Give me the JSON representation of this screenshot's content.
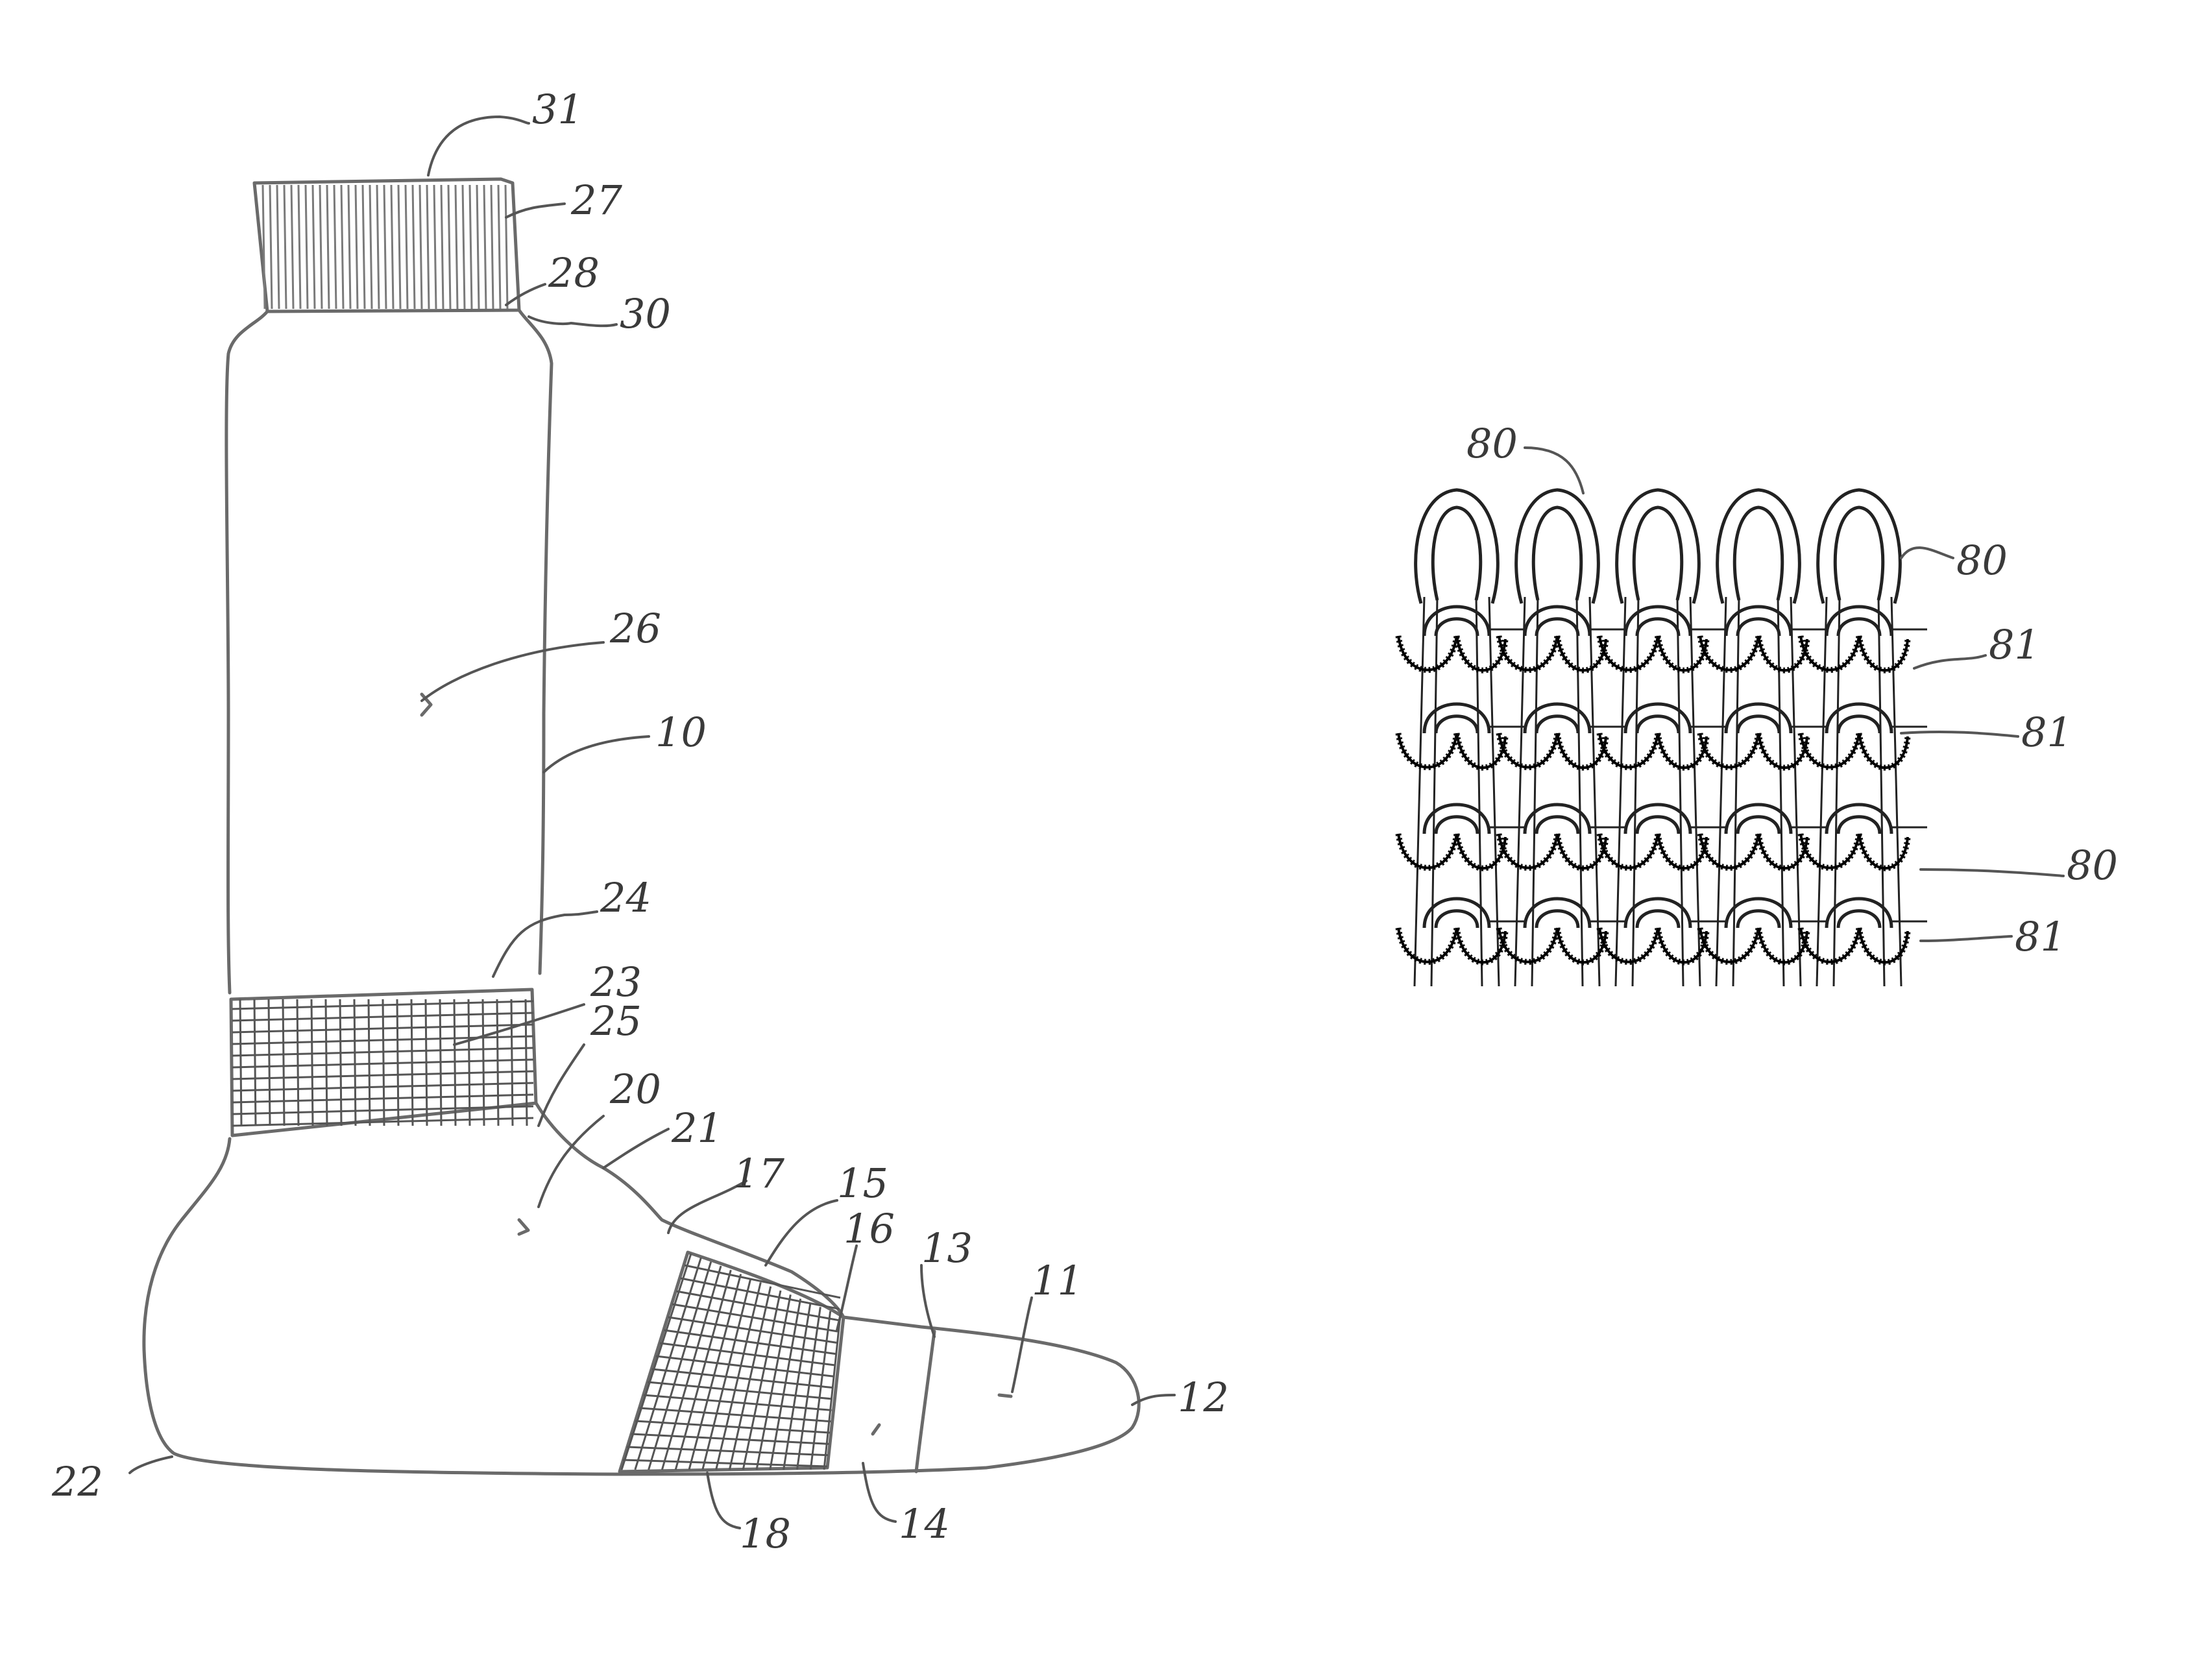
{
  "figure_sock": {
    "labels": {
      "ref_31": "31",
      "ref_27": "27",
      "ref_28": "28",
      "ref_30": "30",
      "ref_26": "26",
      "ref_10": "10",
      "ref_24": "24",
      "ref_23": "23",
      "ref_25": "25",
      "ref_20": "20",
      "ref_21": "21",
      "ref_17": "17",
      "ref_15": "15",
      "ref_16": "16",
      "ref_13": "13",
      "ref_11": "11",
      "ref_12": "12",
      "ref_22": "22",
      "ref_18": "18",
      "ref_14": "14"
    }
  },
  "figure_knit": {
    "labels": {
      "ref_80_top": "80",
      "ref_80_right_top": "80",
      "ref_81_row1": "81",
      "ref_81_row2": "81",
      "ref_80_right_mid": "80",
      "ref_81_row4": "81"
    }
  }
}
